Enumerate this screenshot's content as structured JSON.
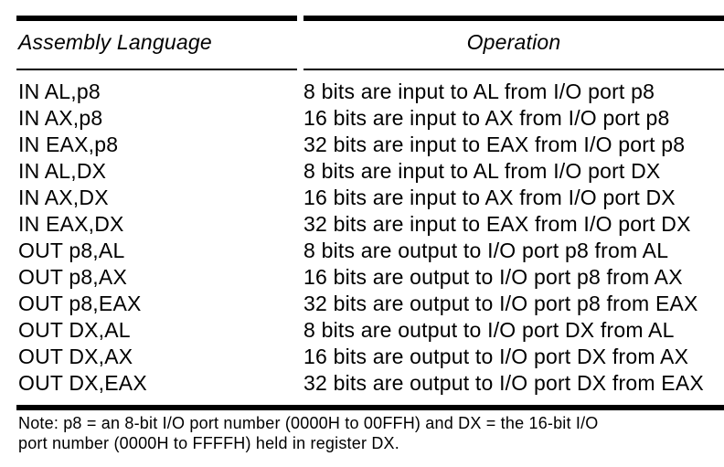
{
  "table": {
    "columns": [
      {
        "label": "Assembly Language"
      },
      {
        "label": "Operation"
      }
    ],
    "rows": [
      {
        "asm": "IN AL,p8",
        "operation": "8 bits are input to AL from I/O port p8"
      },
      {
        "asm": "IN AX,p8",
        "operation": "16 bits are input to AX from I/O port p8"
      },
      {
        "asm": "IN EAX,p8",
        "operation": "32 bits are input to EAX from I/O port p8"
      },
      {
        "asm": "IN AL,DX",
        "operation": "8 bits are input to AL from I/O port DX"
      },
      {
        "asm": "IN AX,DX",
        "operation": "16 bits are input to AX from I/O port DX"
      },
      {
        "asm": "IN EAX,DX",
        "operation": "32 bits are input to EAX from I/O port DX"
      },
      {
        "asm": "OUT p8,AL",
        "operation": "8 bits are output to I/O port p8 from AL"
      },
      {
        "asm": "OUT p8,AX",
        "operation": "16 bits are output to I/O port p8 from AX"
      },
      {
        "asm": "OUT p8,EAX",
        "operation": "32 bits are output to I/O port p8 from EAX"
      },
      {
        "asm": "OUT DX,AL",
        "operation": "8 bits are output to I/O port DX from AL"
      },
      {
        "asm": "OUT DX,AX",
        "operation": "16 bits are output to I/O port DX from AX"
      },
      {
        "asm": "OUT DX,EAX",
        "operation": "32 bits are output to I/O port DX from EAX"
      }
    ],
    "note": "Note: p8 = an 8-bit I/O port number (0000H to 00FFH) and DX = the 16-bit I/O port number (0000H to FFFFH) held in register DX."
  },
  "colors": {
    "background": "#ffffff",
    "text": "#000000",
    "rule": "#000000"
  }
}
